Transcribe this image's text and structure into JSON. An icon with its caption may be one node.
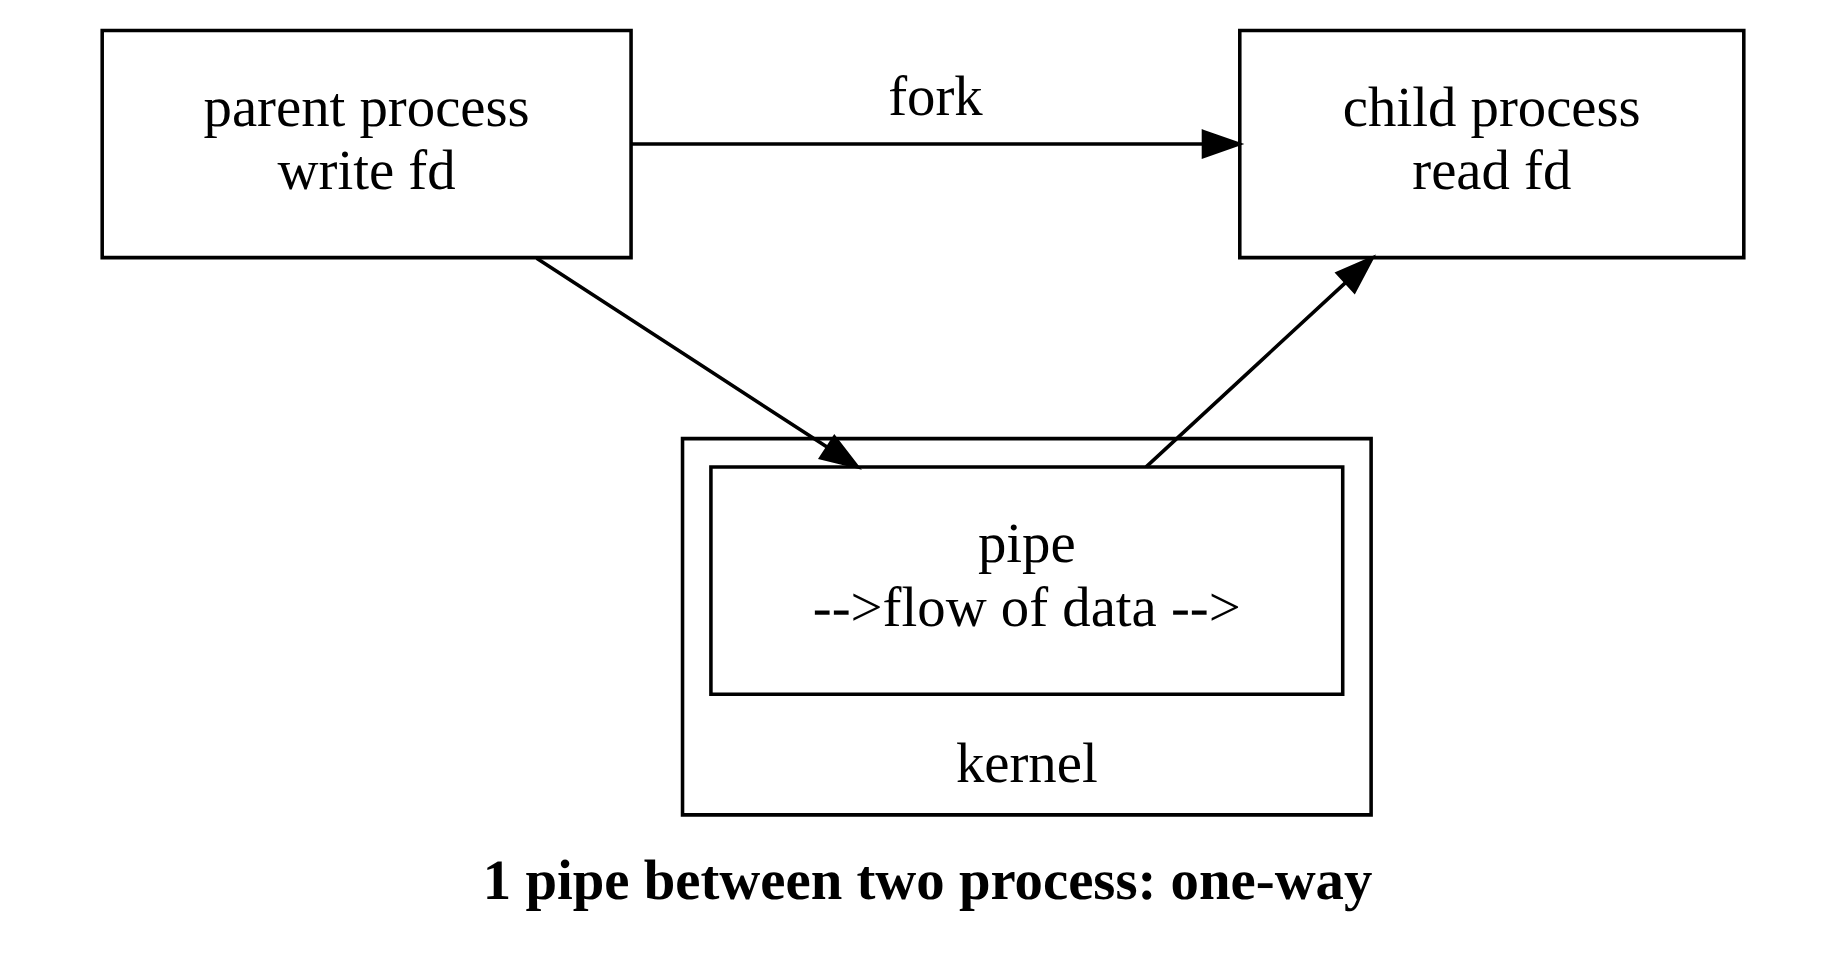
{
  "diagram": {
    "caption": "1 pipe between two process: one-way",
    "nodes": [
      {
        "text": [
          "parent process",
          "write fd"
        ]
      },
      {
        "text": [
          "child process",
          "read fd"
        ]
      },
      {
        "text": [
          "kernel"
        ]
      },
      {
        "text": [
          "pipe",
          "-->flow of data -->"
        ],
        "in": 2
      }
    ],
    "edges": [
      {
        "from": 0,
        "to": 1,
        "arrow": "to",
        "label": "fork"
      },
      {
        "from": 0,
        "to": 3,
        "arrow": "to"
      },
      {
        "from": 3,
        "to": 1,
        "arrow": "to"
      }
    ]
  }
}
